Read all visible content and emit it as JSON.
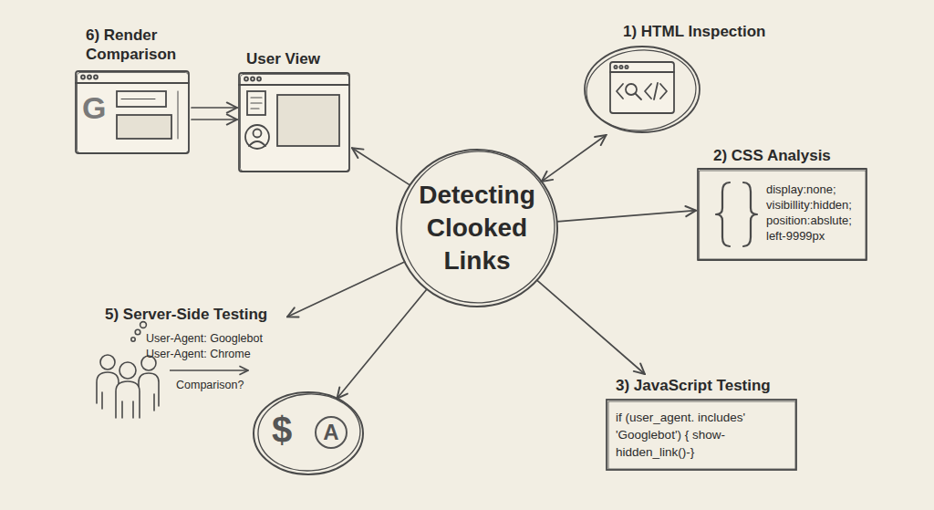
{
  "diagram": {
    "nodes": [
      {
        "text": [
          "6) Render Comparison"
        ]
      },
      {
        "text": [
          "User View"
        ]
      },
      {
        "text": [
          "1) HTML Inspection"
        ]
      },
      {
        "text": [
          "2) CSS Analysis",
          "display:none; visibillity:hidden; position:abslute; left-9999px"
        ]
      },
      {
        "text": [
          "Detecting Clooked Links"
        ]
      },
      {
        "text": [
          "5) Server-Side Testing",
          "User-Agent: Googlebot",
          "User-Agent: Chrome",
          "Comparison?"
        ]
      },
      {
        "text": [
          "$",
          "A"
        ]
      },
      {
        "text": [
          "3) JavaScript Testing",
          "if (user_agent. includes' 'Googlebot') { show-hidden_link()-}"
        ]
      }
    ],
    "edges": [
      {
        "from": 4,
        "to": 2,
        "arrow": "both"
      },
      {
        "from": 4,
        "to": 3,
        "arrow": "to"
      },
      {
        "from": 4,
        "to": 7,
        "arrow": "to"
      },
      {
        "from": 4,
        "to": 6,
        "arrow": "to"
      },
      {
        "from": 4,
        "to": 5,
        "arrow": "to"
      },
      {
        "from": 4,
        "to": 1,
        "arrow": "to"
      },
      {
        "from": 0,
        "to": 1,
        "arrow": "to"
      },
      {
        "from": 0,
        "to": 1,
        "arrow": "to"
      }
    ],
    "labels": [
      "G"
    ]
  }
}
